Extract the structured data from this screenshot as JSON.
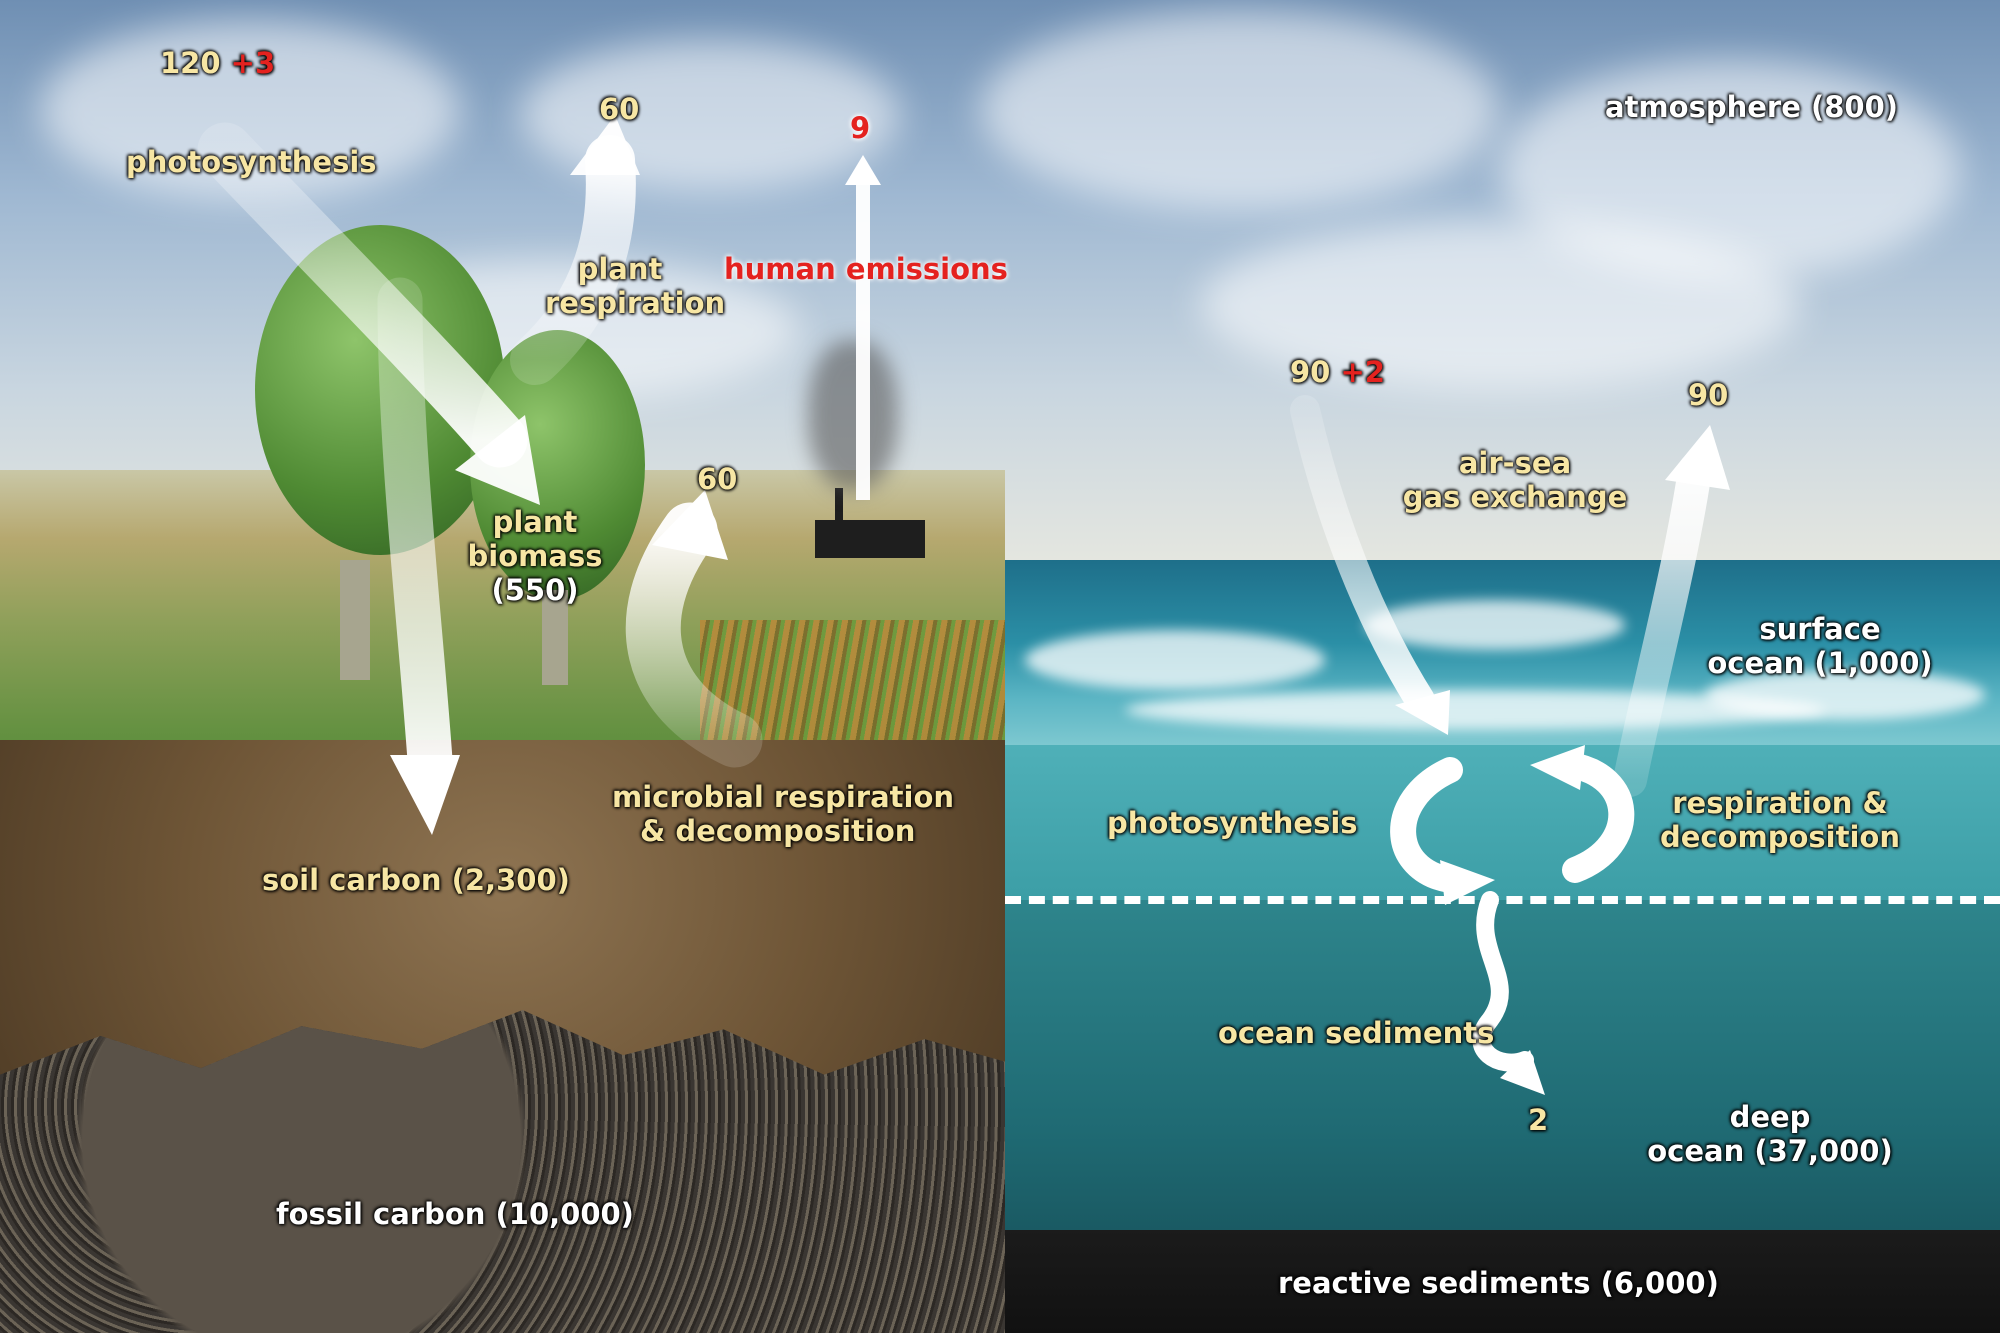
{
  "atmosphere": {
    "label": "atmosphere (800)"
  },
  "land": {
    "photosynthesis": {
      "value": "120",
      "extra": "+3",
      "label": "photosynthesis"
    },
    "plant_respiration": {
      "value": "60",
      "label_line1": "plant",
      "label_line2": "respiration"
    },
    "human_emissions": {
      "value": "9",
      "label": "human emissions"
    },
    "plant_biomass": {
      "label_line1": "plant",
      "label_line2": "biomass",
      "label_line3": "(550)"
    },
    "microbial": {
      "value": "60",
      "label_line1": "microbial respiration",
      "label_line2": "& decomposition"
    },
    "soil_carbon": {
      "label": "soil carbon (2,300)"
    },
    "fossil_carbon": {
      "label": "fossil carbon (10,000)"
    }
  },
  "ocean": {
    "air_sea_in": {
      "value": "90",
      "extra": "+2"
    },
    "air_sea_out": {
      "value": "90"
    },
    "air_sea_label": {
      "line1": "air-sea",
      "line2": "gas exchange"
    },
    "surface_ocean": {
      "line1": "surface",
      "line2": "ocean (1,000)"
    },
    "photosynthesis": {
      "label": "photosynthesis"
    },
    "respiration": {
      "line1": "respiration &",
      "line2": "decomposition"
    },
    "ocean_sediments": {
      "label": "ocean sediments",
      "value": "2"
    },
    "deep_ocean": {
      "line1": "deep",
      "line2": "ocean (37,000)"
    },
    "reactive_sediments": {
      "label": "reactive sediments (6,000)"
    }
  },
  "colors": {
    "label_text": "#f7e6a4",
    "human_flux_text": "#e4221f",
    "arrow": "#ffffff"
  }
}
